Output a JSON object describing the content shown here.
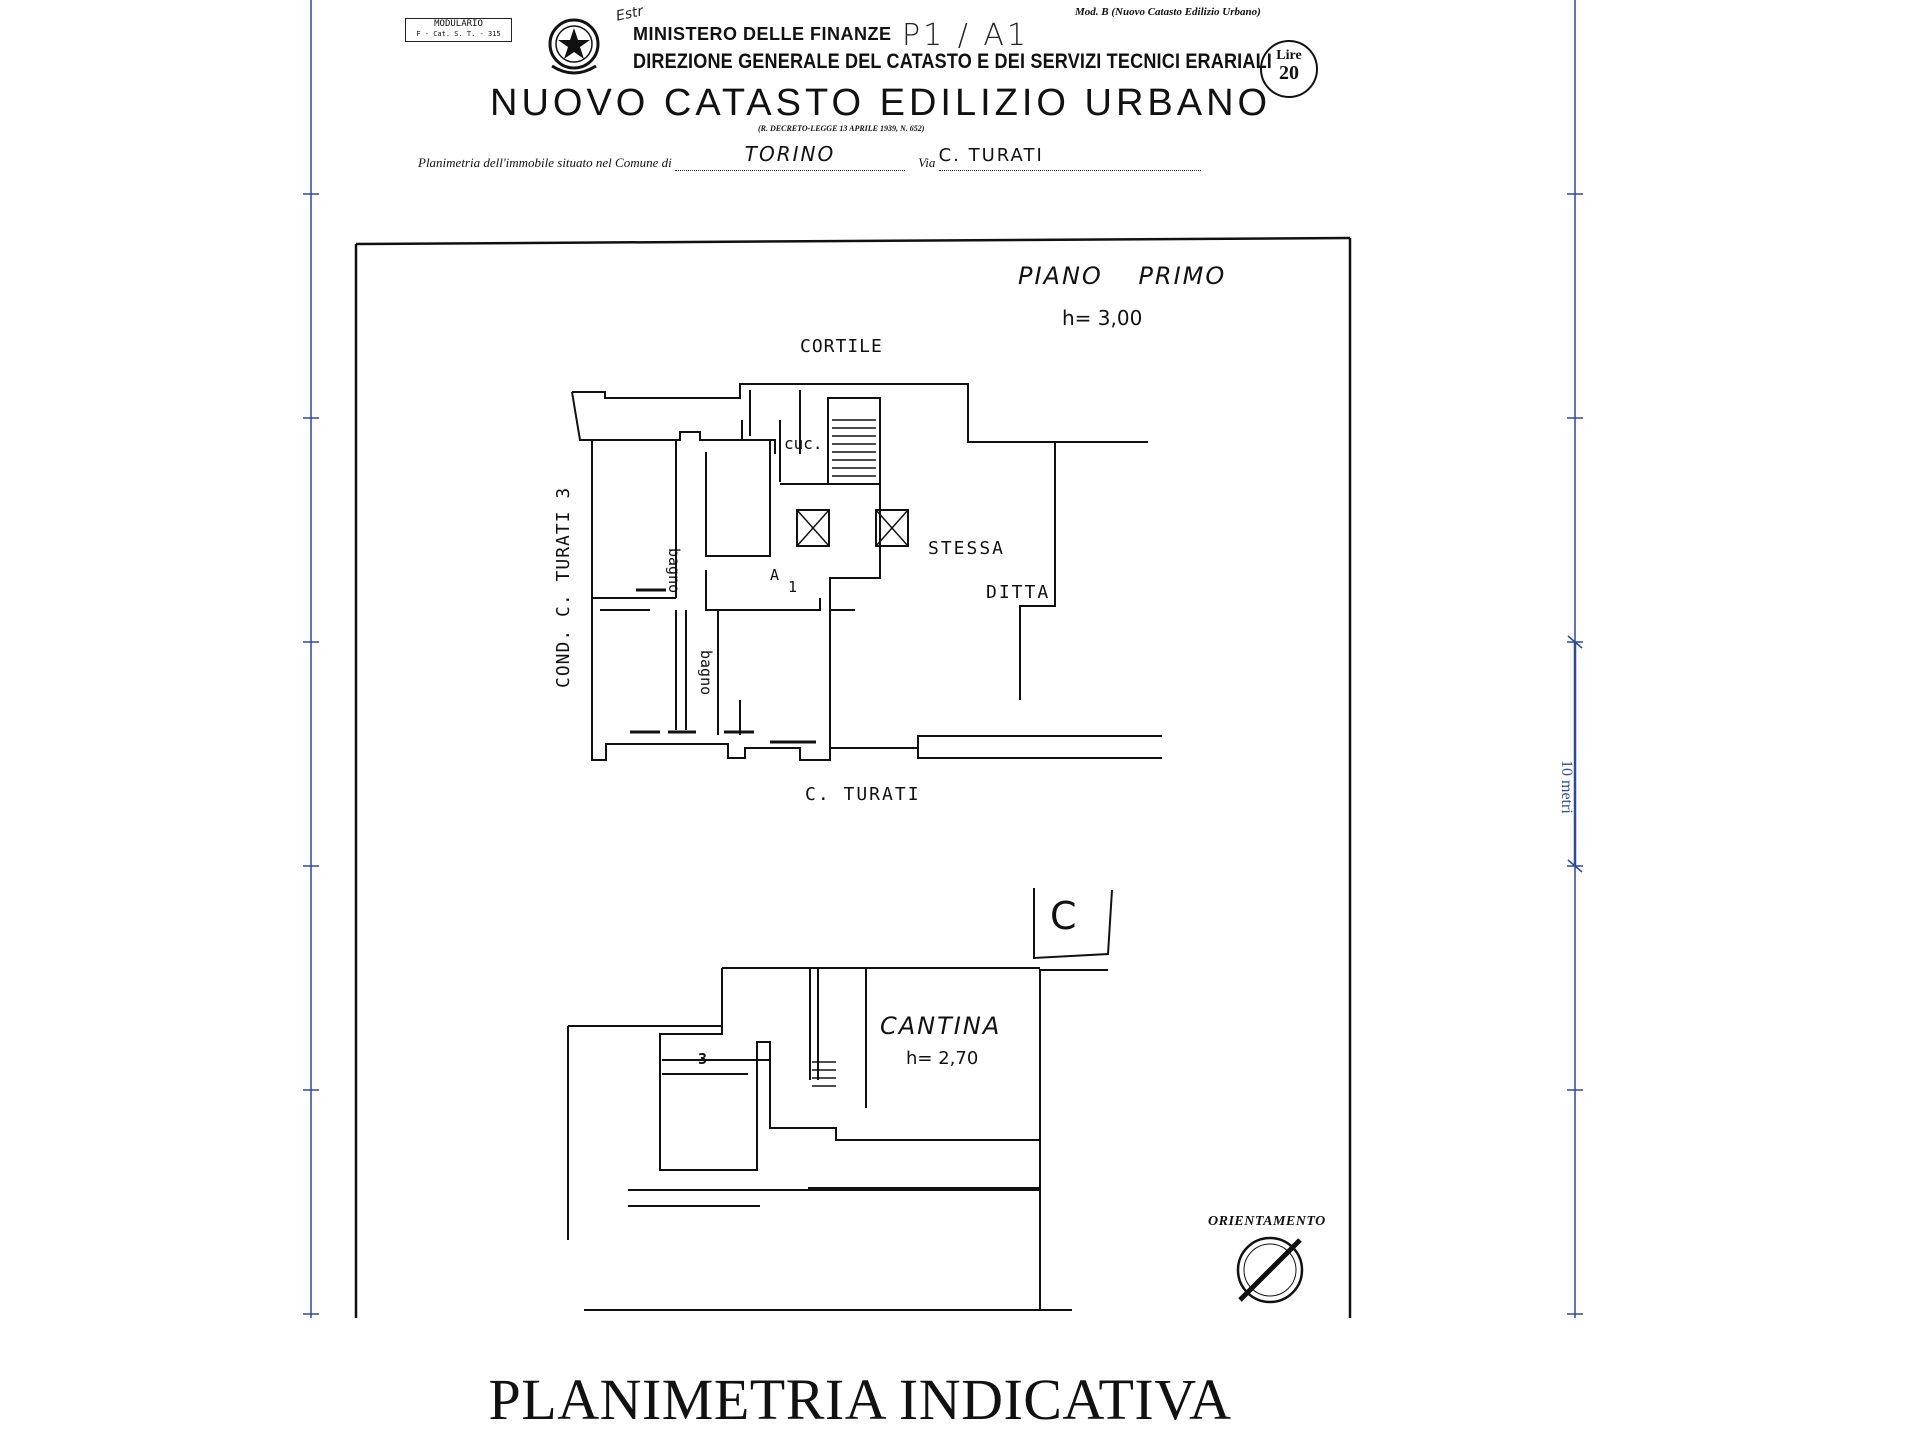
{
  "header": {
    "modulario": "MODULARIO",
    "modulario_code": "F - Cat. S. T. - 315",
    "handwritten_code": "P1 / A1",
    "handwritten_small": "Estr",
    "ministry": "MINISTERO DELLE FINANZE",
    "direction": "DIREZIONE GENERALE DEL CATASTO E DEI SERVIZI TECNICI ERARIALI",
    "model_ref": "Mod. B (Nuovo Catasto Edilizio Urbano)",
    "stamp_lire": "Lire",
    "stamp_amount": "20",
    "title": "NUOVO CATASTO EDILIZIO URBANO",
    "decree": "(R. DECRETO-LEGGE 13 APRILE 1939, N. 652)",
    "location_label": "Planimetria dell'immobile situato nel Comune di",
    "comune": "TORINO",
    "via_label": "Via",
    "via": "C. TURATI"
  },
  "plan_upper": {
    "floor": "PIANO PRIMO",
    "height": "h= 3,00",
    "north_side": "CORTILE",
    "west_side": "COND. C. TURATI 3",
    "south_side": "C. TURATI",
    "east_label_1": "STESSA",
    "east_label_2": "DITTA",
    "kitchen": "cuc.",
    "bath_1": "bagno",
    "bath_2": "bagno",
    "stair_mark": "A",
    "unit_mark": "1"
  },
  "plan_lower": {
    "room_stamp": "C",
    "name": "CANTINA",
    "height": "h= 2,70",
    "cell_number": "3"
  },
  "orientation_label": "ORIENTAMENTO",
  "scale_label": "10 metri",
  "bottom_title": "PLANIMETRIA INDICATIVA",
  "colors": {
    "ink": "#111111",
    "blue_rule": "#2b4a9a"
  }
}
